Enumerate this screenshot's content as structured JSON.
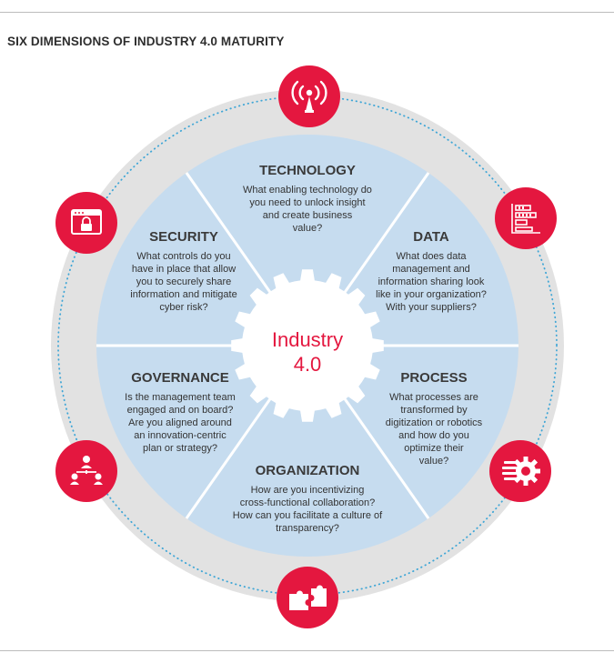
{
  "header": {
    "title": "SIX DIMENSIONS OF INDUSTRY 4.0 MATURITY"
  },
  "center": {
    "line1": "Industry",
    "line2": "4.0"
  },
  "colors": {
    "accent": "#e4173f",
    "segment_fill": "#c6dcef",
    "outer_ring": "#e2e2e2",
    "dots": "#3fa6d6"
  },
  "segments": [
    {
      "title": "TECHNOLOGY",
      "lines": [
        "What enabling technology do",
        "you need to unlock insight",
        "and create business",
        "value?"
      ],
      "icon": "wireless-antenna-icon"
    },
    {
      "title": "DATA",
      "lines": [
        "What does data",
        "management and",
        "information sharing look",
        "like in your organization?",
        "With your suppliers?"
      ],
      "icon": "data-list-icon"
    },
    {
      "title": "PROCESS",
      "lines": [
        "What processes are",
        "transformed by",
        "digitization or robotics",
        "and how do you",
        "optimize their",
        "value?"
      ],
      "icon": "robot-gear-icon"
    },
    {
      "title": "ORGANIZATION",
      "lines": [
        "How are you incentivizing",
        "cross-functional collaboration?",
        "How can you facilitate a culture of",
        "transparency?"
      ],
      "icon": "puzzle-icon"
    },
    {
      "title": "GOVERNANCE",
      "lines": [
        "Is the management team",
        "engaged and on board?",
        "Are you  aligned around",
        "an innovation-centric",
        "plan or strategy?"
      ],
      "icon": "org-hierarchy-icon"
    },
    {
      "title": "SECURITY",
      "lines": [
        "What controls do you",
        "have in place that allow",
        "you to securely share",
        "information and mitigate",
        "cyber risk?"
      ],
      "icon": "secure-browser-icon"
    }
  ]
}
